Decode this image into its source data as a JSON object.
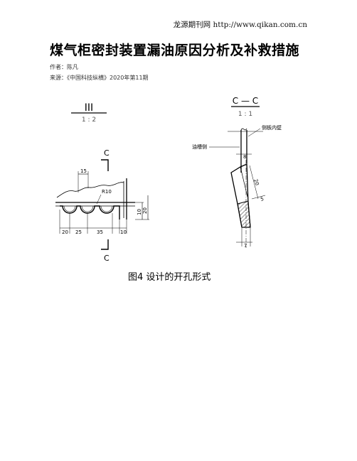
{
  "header": {
    "site": "龙源期刊网 http://www.qikan.com.cn"
  },
  "article": {
    "title": "煤气柜密封装置漏油原因分析及补救措施",
    "author": "作者：陈凡",
    "source": "来源：《中国科技纵横》2020年第11期"
  },
  "figure": {
    "left_view": {
      "label": "III",
      "scale": "1 : 2",
      "section_top": "C",
      "section_bottom": "C",
      "dims": {
        "d15": "15",
        "r10": "R10",
        "d10v": "10",
        "d20v": "20",
        "b20": "20",
        "b25": "25",
        "b35": "35",
        "b10": "10"
      }
    },
    "right_view": {
      "label": "C — C",
      "scale": "1 : 1",
      "oil_side": "油槽侧",
      "inner_wall": "侧板内壁",
      "dims": {
        "d8": "8",
        "d20": "20",
        "d5": "5",
        "d7": "7"
      }
    },
    "caption": "图4 设计的开孔形式"
  }
}
